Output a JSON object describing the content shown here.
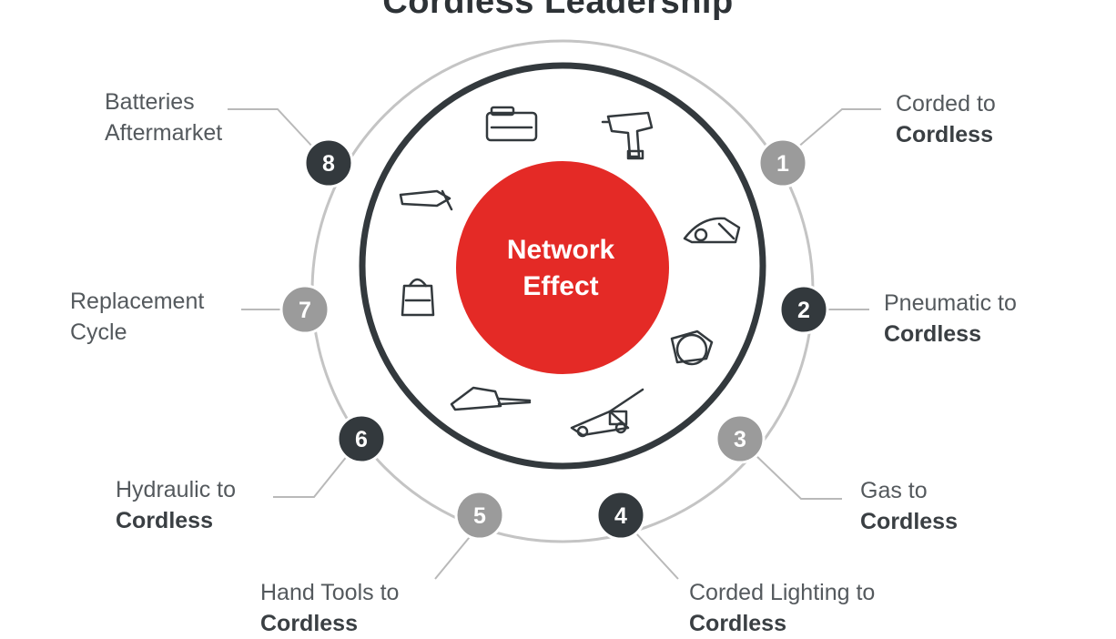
{
  "title": "Cordless Leadership",
  "center": {
    "line1": "Network",
    "line2": "Effect"
  },
  "colors": {
    "red": "#e42a26",
    "dark": "#33393d",
    "grey": "#9b9b9b",
    "ring": "#bdbdbd"
  },
  "steps": [
    {
      "num": "1",
      "line1": "Corded to",
      "line2": "Cordless",
      "style": "grey"
    },
    {
      "num": "2",
      "line1": "Pneumatic to",
      "line2": "Cordless",
      "style": "dark"
    },
    {
      "num": "3",
      "line1": "Gas to",
      "line2": "Cordless",
      "style": "grey"
    },
    {
      "num": "4",
      "line1": "Corded Lighting to",
      "line2": "Cordless",
      "style": "dark"
    },
    {
      "num": "5",
      "line1": "Hand Tools to",
      "line2": "Cordless",
      "style": "grey"
    },
    {
      "num": "6",
      "line1": "Hydraulic to",
      "line2": "Cordless",
      "style": "dark"
    },
    {
      "num": "7",
      "line1": "Replacement",
      "line2": "Cycle",
      "style": "grey"
    },
    {
      "num": "8",
      "line1": "Batteries",
      "line2": "Aftermarket",
      "style": "dark"
    }
  ],
  "tool_icons": [
    "battery-icon",
    "drill-icon",
    "hedge-trimmer-icon",
    "circular-saw-icon",
    "lawn-mower-icon",
    "chainsaw-icon",
    "vacuum-icon",
    "reciprocating-saw-icon"
  ]
}
